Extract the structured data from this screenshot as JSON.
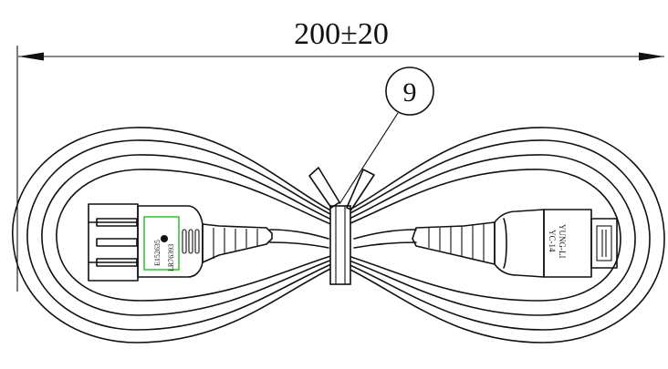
{
  "dimension": {
    "label": "200±20"
  },
  "balloon": {
    "label": "9"
  },
  "plug": {
    "marking_line1": "E152635",
    "marking_line2": "LR76393",
    "highlight_color": "#3cc43c"
  },
  "connector": {
    "marking_line1": "YUNG-LI",
    "marking_line2": "YC-14"
  }
}
